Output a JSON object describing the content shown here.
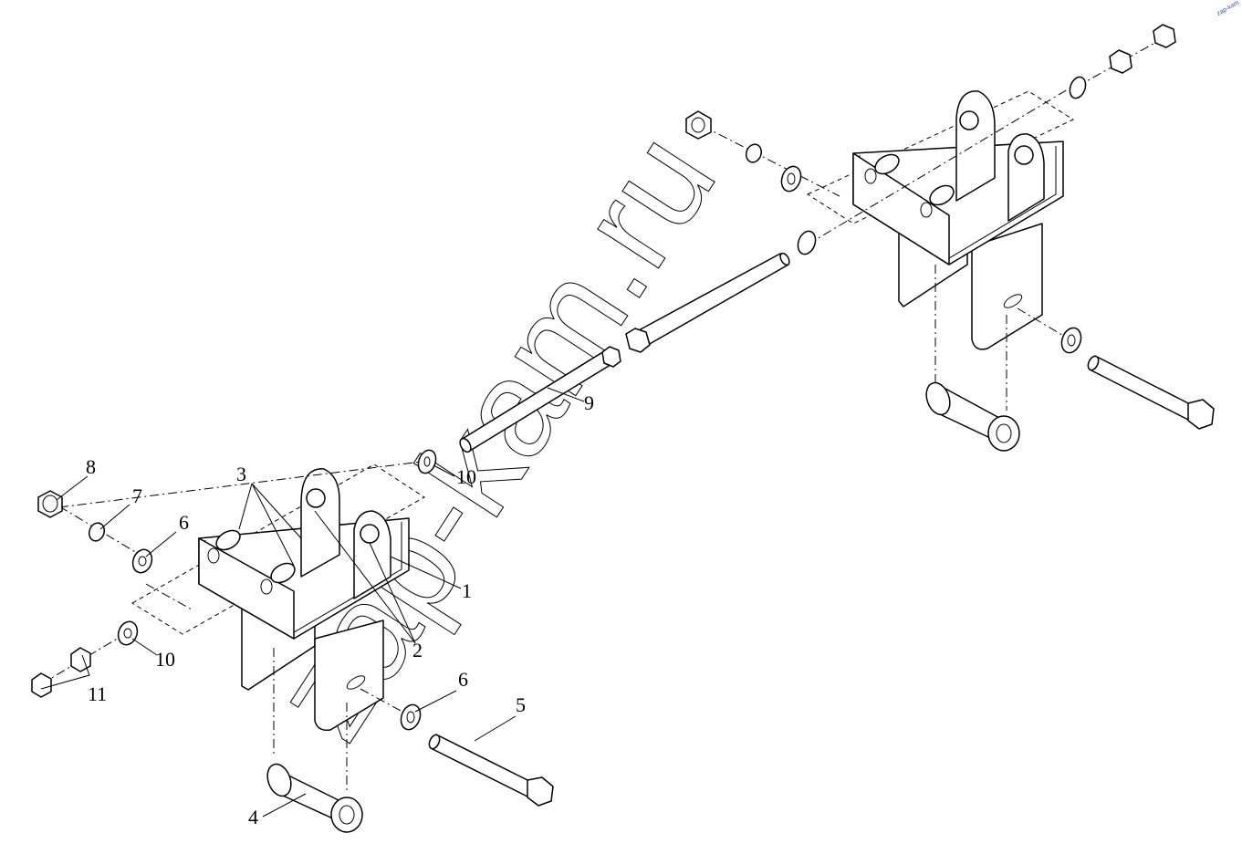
{
  "watermark": {
    "text": "zap-kam.ru"
  },
  "corner_mark": {
    "text": "zap-kam"
  },
  "callouts": {
    "c1": "1",
    "c2": "2",
    "c3": "3",
    "c4": "4",
    "c5": "5",
    "c6a": "6",
    "c6b": "6",
    "c7": "7",
    "c8": "8",
    "c9": "9",
    "c10a": "10",
    "c10b": "10",
    "c11": "11"
  }
}
